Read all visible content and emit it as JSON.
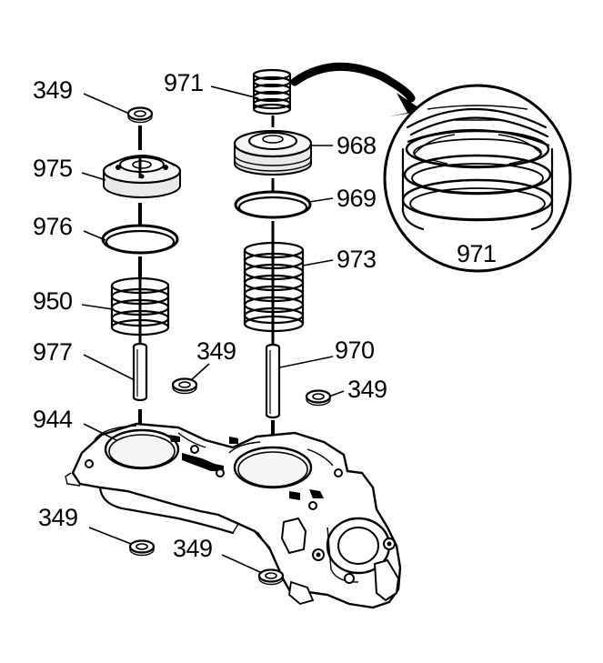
{
  "callouts": {
    "washer_top": "349",
    "spring_top": "971",
    "seat_left": "975",
    "piston_right": "968",
    "ring_left": "976",
    "ring_right": "969",
    "spring_left": "950",
    "spring_right": "973",
    "pin_left": "977",
    "washer_mid_left": "349",
    "pin_right": "970",
    "washer_mid_right": "349",
    "housing": "944",
    "washer_bottom_left": "349",
    "washer_bottom_right": "349",
    "detail_label": "971"
  }
}
